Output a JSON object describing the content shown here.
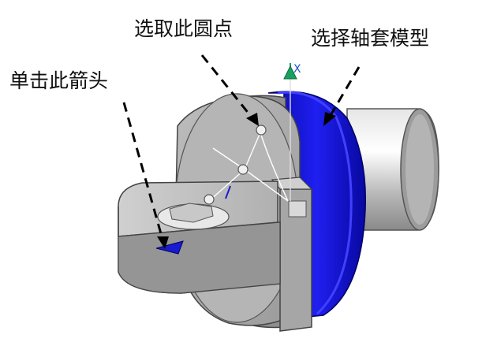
{
  "callouts": {
    "click_arrow": "单击此箭头",
    "select_point": "选取此圆点",
    "select_model": "选择轴套模型"
  },
  "axis_label": "X",
  "colors": {
    "highlight_ring": "#1010d8",
    "model_body": "#a8a8a8",
    "arrow": "#1a1ad0",
    "axis": "#18a060"
  }
}
